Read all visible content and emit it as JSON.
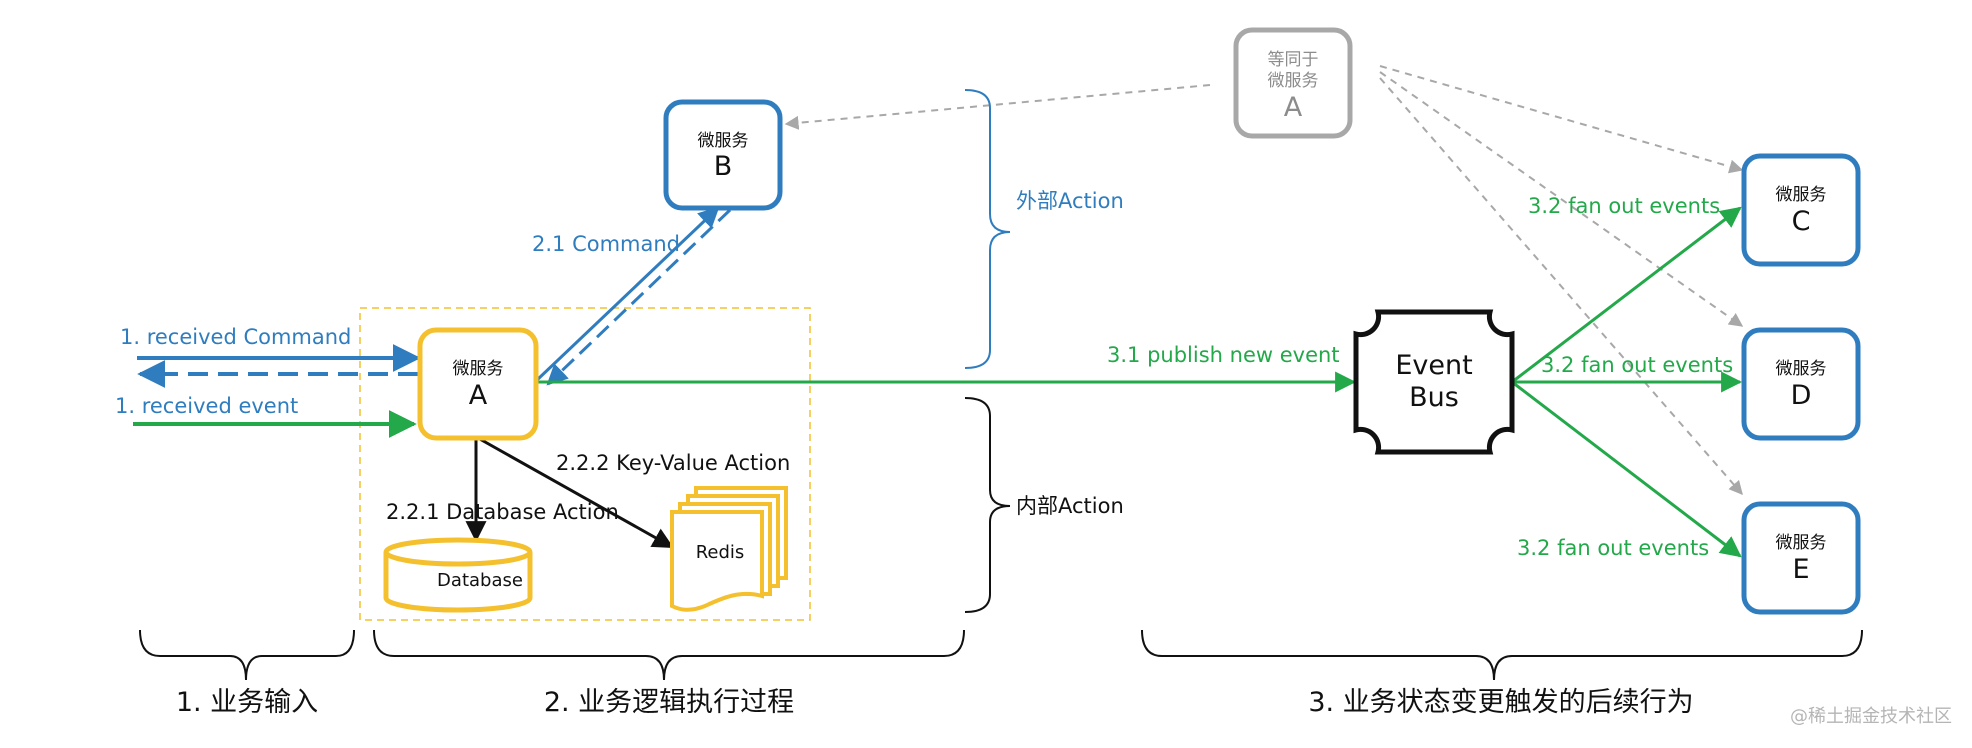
{
  "colors": {
    "blue": "#2f7dbf",
    "green": "#23a84a",
    "yellow": "#f4c02e",
    "gray": "#a8a8a8",
    "black": "#111111"
  },
  "nodes": {
    "ms_a": {
      "title": "微服务",
      "letter": "A"
    },
    "ms_b": {
      "title": "微服务",
      "letter": "B"
    },
    "ms_c": {
      "title": "微服务",
      "letter": "C"
    },
    "ms_d": {
      "title": "微服务",
      "letter": "D"
    },
    "ms_e": {
      "title": "微服务",
      "letter": "E"
    },
    "ms_a_copy": {
      "line1": "等同于",
      "line2": "微服务",
      "letter": "A"
    },
    "event_bus": {
      "line1": "Event",
      "line2": "Bus"
    },
    "database": {
      "label": "Database"
    },
    "redis": {
      "label": "Redis"
    }
  },
  "labels": {
    "received_command": "1. received Command",
    "received_event": "1. received event",
    "command": "2.1 Command",
    "db_action": "2.2.1 Database Action",
    "kv_action": "2.2.2 Key-Value Action",
    "publish": "3.1 publish new event",
    "fan_out_c": "3.2 fan out events",
    "fan_out_d": "3.2 fan out events",
    "fan_out_e": "3.2 fan out events",
    "external_action": "外部Action",
    "internal_action": "内部Action"
  },
  "sections": {
    "input": "1. 业务输入",
    "logic": "2. 业务逻辑执行过程",
    "followup": "3. 业务状态变更触发的后续行为"
  },
  "watermark": "@稀土掘金技术社区"
}
